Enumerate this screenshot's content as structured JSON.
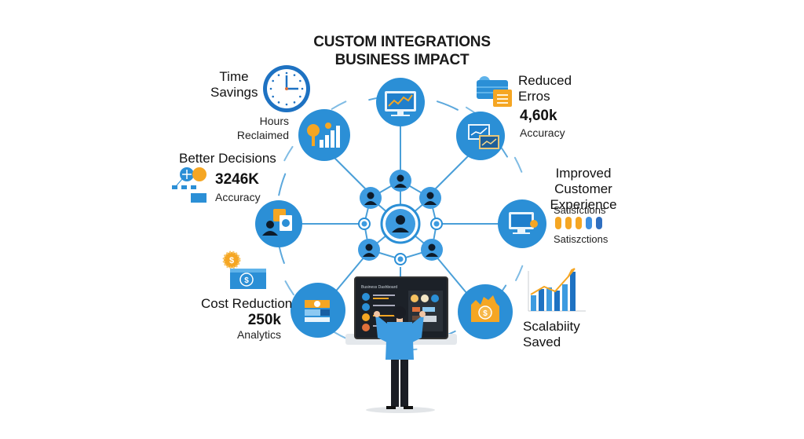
{
  "title": {
    "line1": "CUSTOM INTEGRATIONS",
    "line2": "BUSINESS IMPACT"
  },
  "benefits": {
    "time_savings": {
      "title_line1": "Time",
      "title_line2": "Savings",
      "caption_line1": "Hours",
      "caption_line2": "Reclaimed",
      "icon": "clock-icon"
    },
    "reduced_errors": {
      "title_line1": "Reduced",
      "title_line2": "Erros",
      "value": "4,60k",
      "caption": "Accuracy",
      "icon": "database-document-icon"
    },
    "better_decisions": {
      "title": "Better Decisions",
      "value": "3246K",
      "caption": "Accuracy",
      "icon": "decision-tree-icon"
    },
    "customer_experience": {
      "title_line1": "Improved Customer",
      "title_line2": "Experience",
      "caption_top": "Satisfctions",
      "caption_bottom": "Satiszctions",
      "icon": "satisfaction-bars-icon"
    },
    "cost_reduction": {
      "title": "Cost Reduction",
      "value": "250k",
      "caption": "Analytics",
      "icon": "money-bill-icon"
    },
    "scalability": {
      "title_line1": "Scalabiity",
      "title_line2": "Saved",
      "icon": "growth-chart-icon"
    }
  },
  "colors": {
    "primary_blue": "#2b8fd6",
    "dark_blue": "#1565b0",
    "light_blue": "#5fb3ea",
    "orange": "#f5a623",
    "line_blue": "#4a9fd8",
    "node_dark": "#0d1b2a",
    "suit": "#3d9be0"
  },
  "network": {
    "center_node": "person-icon",
    "outer_nodes": [
      "analytics-monitor-icon",
      "dual-monitor-icon",
      "customer-monitor-icon",
      "gold-coins-icon",
      "payment-card-icon",
      "manager-report-icon",
      "bar-chart-search-icon"
    ]
  },
  "screen": {
    "header": "Business Dashboard"
  }
}
